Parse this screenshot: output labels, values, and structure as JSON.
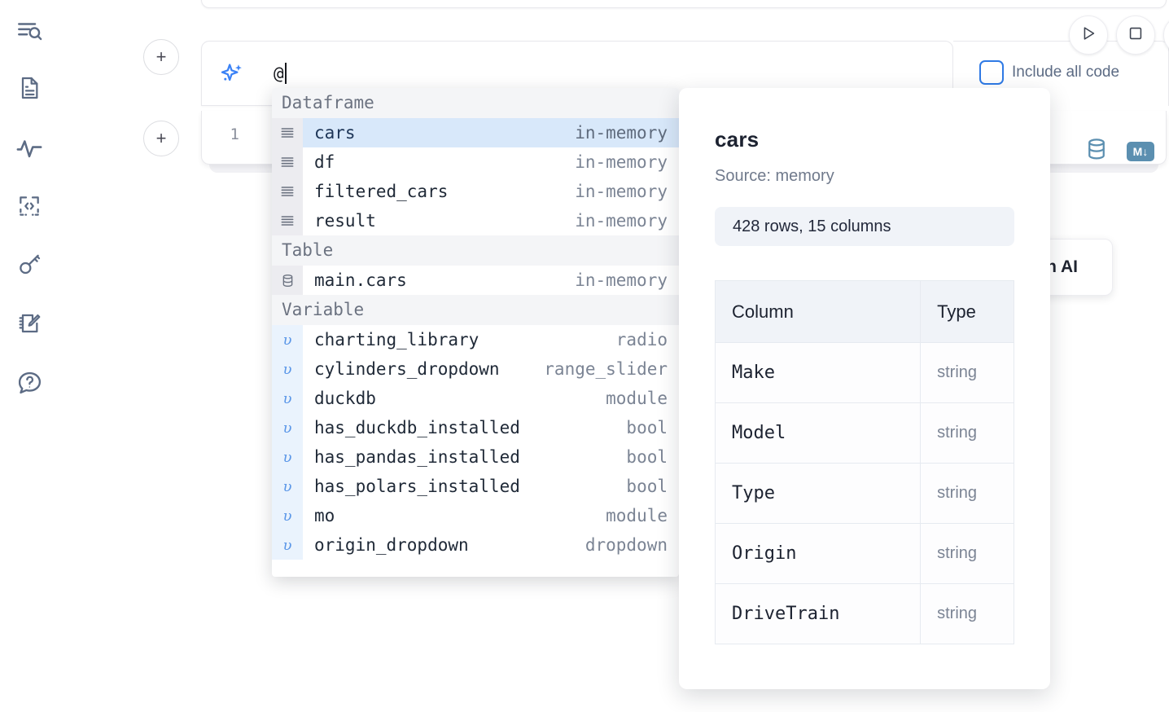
{
  "sidebar": {
    "items": [
      {
        "name": "explore-search-icon",
        "label": "Explore"
      },
      {
        "name": "document-icon",
        "label": "Documentation"
      },
      {
        "name": "activity-icon",
        "label": "Activity"
      },
      {
        "name": "snippets-icon",
        "label": "Snippets"
      },
      {
        "name": "secrets-key-icon",
        "label": "Secrets"
      },
      {
        "name": "scratchpad-icon",
        "label": "Scratchpad"
      },
      {
        "name": "help-icon",
        "label": "Help"
      }
    ]
  },
  "cells": {
    "add_button_label": "+",
    "line_number": "1",
    "database_icon": "database-icon",
    "markdown_icon": "M↓"
  },
  "ai_bar": {
    "sparkle_icon": "sparkle-icon",
    "input_value": "@",
    "include_all_code_label": "Include all code",
    "include_all_code_checked": false,
    "run_button_icon": "play-icon",
    "stop_button_icon": "stop-icon",
    "accent_color": "#2f7ae5"
  },
  "ai_chip": {
    "label": "h AI"
  },
  "autocomplete": {
    "sections": [
      {
        "title": "Dataframe",
        "icon": "dataframe-icon",
        "kind": "dataframe",
        "rows": [
          {
            "name": "cars",
            "type": "in-memory",
            "selected": true
          },
          {
            "name": "df",
            "type": "in-memory",
            "selected": false
          },
          {
            "name": "filtered_cars",
            "type": "in-memory",
            "selected": false
          },
          {
            "name": "result",
            "type": "in-memory",
            "selected": false
          }
        ]
      },
      {
        "title": "Table",
        "icon": "table-icon",
        "kind": "table",
        "rows": [
          {
            "name": "main.cars",
            "type": "in-memory",
            "selected": false
          }
        ]
      },
      {
        "title": "Variable",
        "icon": "variable-icon",
        "kind": "variable",
        "rows": [
          {
            "name": "charting_library",
            "type": "radio",
            "selected": false
          },
          {
            "name": "cylinders_dropdown",
            "type": "range_slider",
            "selected": false
          },
          {
            "name": "duckdb",
            "type": "module",
            "selected": false
          },
          {
            "name": "has_duckdb_installed",
            "type": "bool",
            "selected": false
          },
          {
            "name": "has_pandas_installed",
            "type": "bool",
            "selected": false
          },
          {
            "name": "has_polars_installed",
            "type": "bool",
            "selected": false
          },
          {
            "name": "mo",
            "type": "module",
            "selected": false
          },
          {
            "name": "origin_dropdown",
            "type": "dropdown",
            "selected": false
          }
        ]
      }
    ]
  },
  "detail": {
    "title": "cars",
    "source": "Source: memory",
    "shape": "428 rows, 15 columns",
    "columns_header": "Column",
    "type_header": "Type",
    "rows": [
      {
        "column": "Make",
        "type": "string"
      },
      {
        "column": "Model",
        "type": "string"
      },
      {
        "column": "Type",
        "type": "string"
      },
      {
        "column": "Origin",
        "type": "string"
      },
      {
        "column": "DriveTrain",
        "type": "string"
      }
    ]
  }
}
